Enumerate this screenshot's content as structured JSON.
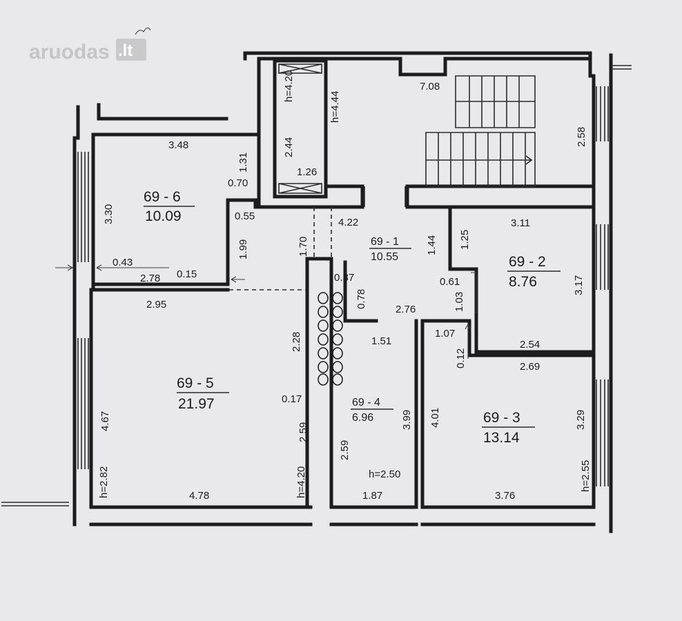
{
  "watermark": {
    "text": "aruodas",
    "suffix": ".lt"
  },
  "rooms": [
    {
      "id": "69 - 1",
      "area": "10.55"
    },
    {
      "id": "69 - 2",
      "area": "8.76"
    },
    {
      "id": "69 - 3",
      "area": "13.14"
    },
    {
      "id": "69 - 4",
      "area": "6.96"
    },
    {
      "id": "69 - 5",
      "area": "21.97"
    },
    {
      "id": "69 - 6",
      "area": "10.09"
    }
  ],
  "dimensions": [
    "7.08",
    "2.58",
    "4.20",
    "4.44",
    "2.44",
    "1.26",
    "3.48",
    "1.31",
    "0.70",
    "3.30",
    "0.55",
    "1.99",
    "0.43",
    "2.78",
    "0.15",
    "2.95",
    "1.70",
    "4.22",
    "1.44",
    "0.37",
    "0.78",
    "2.76",
    "1.25",
    "3.11",
    "0.61",
    "1.03",
    "3.17",
    "1.07",
    "0.12",
    "2.54",
    "2.69",
    "2.28",
    "1.51",
    "0.17",
    "2.59",
    "3.99",
    "2.59",
    "4.01",
    "3.29",
    "4.67",
    "4.78",
    "1.87",
    "3.76"
  ],
  "heights": [
    "h=4.20",
    "h=4.44",
    "h=2.82",
    "h=4.20",
    "h=2.50",
    "h=2.55"
  ]
}
